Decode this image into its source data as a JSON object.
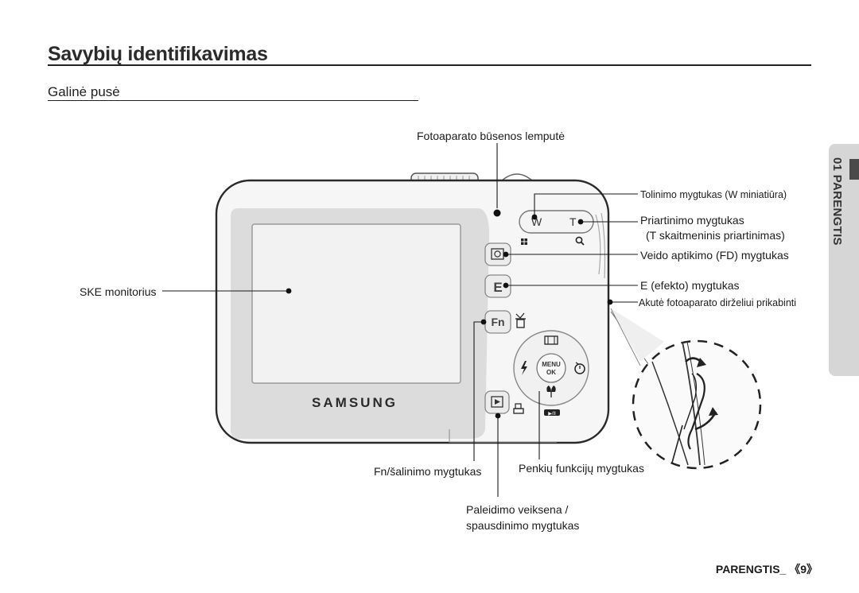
{
  "page": {
    "title": "Savybių identifikavimas",
    "subtitle": "Galinė pusė",
    "side_tab": "01 PARENGTIS",
    "footer": "PARENGTIS_ 《9》"
  },
  "callouts": {
    "status_lamp": "Fotoaparato būsenos lemputė",
    "zoom_w": "Tolinimo mygtukas (W miniatiūra)",
    "zoom_t_line1": "Priartinimo mygtukas",
    "zoom_t_line2": "(T skaitmeninis priartinimas)",
    "fd_button": "Veido aptikimo (FD) mygtukas",
    "e_button": "E (efekto) mygtukas",
    "strap_eyelet": "Akutė fotoaparato dirželiui prikabinti",
    "lcd_monitor": "SKE monitorius",
    "fn_button": "Fn/šalinimo mygtukas",
    "five_function": "Penkių funkcijų mygtukas",
    "play_line1": "Paleidimo veiksena /",
    "play_line2": "spausdinimo mygtukas"
  },
  "camera": {
    "brand": "SAMSUNG",
    "btn_w": "W",
    "btn_t": "T",
    "btn_e": "E",
    "btn_fn": "Fn",
    "menu_line1": "MENU",
    "menu_line2": "OK"
  },
  "icons": {
    "fd": "face-detection-icon",
    "trash": "trash-icon",
    "play": "play-icon",
    "print": "print-icon",
    "flash": "flash-icon",
    "timer": "self-timer-icon",
    "macro": "macro-icon",
    "display": "display-icon",
    "thumbnail": "thumbnail-icon",
    "magnify": "magnify-icon"
  }
}
